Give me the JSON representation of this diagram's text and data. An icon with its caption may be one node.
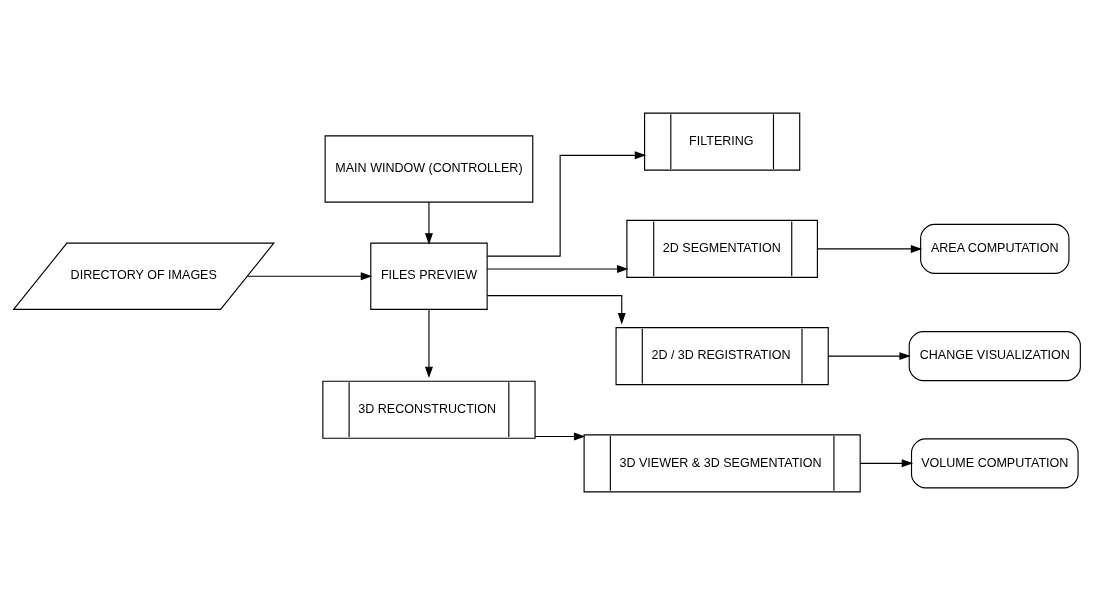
{
  "diagram": {
    "nodes": [
      {
        "text": [
          "MAIN WINDOW (CONTROLLER)"
        ]
      },
      {
        "text": [
          "DIRECTORY OF IMAGES"
        ]
      },
      {
        "text": [
          "FILES PREVIEW"
        ]
      },
      {
        "text": [
          "FILTERING"
        ]
      },
      {
        "text": [
          "2D SEGMENTATION"
        ]
      },
      {
        "text": [
          "AREA COMPUTATION"
        ]
      },
      {
        "text": [
          "2D / 3D REGISTRATION"
        ]
      },
      {
        "text": [
          "CHANGE VISUALIZATION"
        ]
      },
      {
        "text": [
          "3D RECONSTRUCTION"
        ]
      },
      {
        "text": [
          "3D VIEWER & 3D SEGMENTATION"
        ]
      },
      {
        "text": [
          "VOLUME COMPUTATION"
        ]
      }
    ],
    "edges": [
      {
        "from": 0,
        "to": 2,
        "arrow": "to"
      },
      {
        "from": 1,
        "to": 2,
        "arrow": "to"
      },
      {
        "from": 2,
        "to": 3,
        "arrow": "to"
      },
      {
        "from": 2,
        "to": 4,
        "arrow": "to"
      },
      {
        "from": 2,
        "to": 6,
        "arrow": "to"
      },
      {
        "from": 4,
        "to": 5,
        "arrow": "to"
      },
      {
        "from": 6,
        "to": 7,
        "arrow": "to"
      },
      {
        "from": 2,
        "to": 8,
        "arrow": "to"
      },
      {
        "from": 8,
        "to": 9,
        "arrow": "to"
      },
      {
        "from": 9,
        "to": 10,
        "arrow": "to"
      }
    ]
  }
}
